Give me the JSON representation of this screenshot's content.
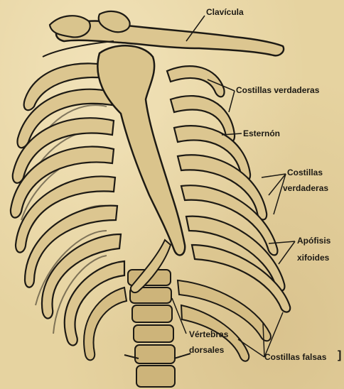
{
  "labels": {
    "clavicula": "Clavícula",
    "costillas_verdaderas_1": "Costillas verdaderas",
    "esternon": "Esternón",
    "costillas_verdaderas_2_line1": "Costillas",
    "costillas_verdaderas_2_line2": "verdaderas",
    "apofisis_line1": "Apófisis",
    "apofisis_line2": "xifoides",
    "vertebras_line1": "Vértebras",
    "vertebras_line2": "dorsales",
    "costillas_falsas": "Costillas falsas"
  },
  "bracket_mark": "]",
  "colors": {
    "paper": "#e6d3a0",
    "bone": "#d9c48d",
    "ink": "#1d1a14"
  }
}
